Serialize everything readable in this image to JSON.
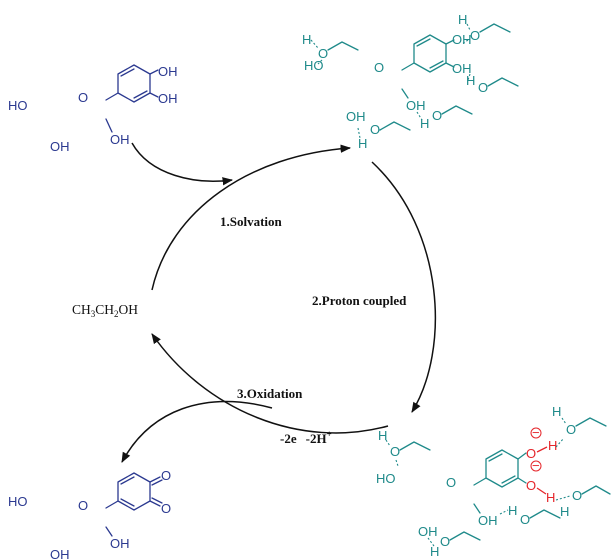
{
  "cycle": {
    "step1": "1.Solvation",
    "step2": "2.Proton coupled",
    "step3": "3.Oxidation",
    "reagent_parts": [
      "CH",
      "3",
      "CH",
      "2",
      "OH"
    ],
    "loss_e": "-2e",
    "loss_h": "-2H",
    "loss_h_sup": "+"
  },
  "atoms": {
    "OH": "OH",
    "HO": "HO",
    "O": "O",
    "H": "H",
    "minus": "−"
  },
  "colors": {
    "reactant": "#2b3990",
    "solvated": "#1f8a8a",
    "highlight": "#e5262b",
    "arrows": "#111111"
  }
}
